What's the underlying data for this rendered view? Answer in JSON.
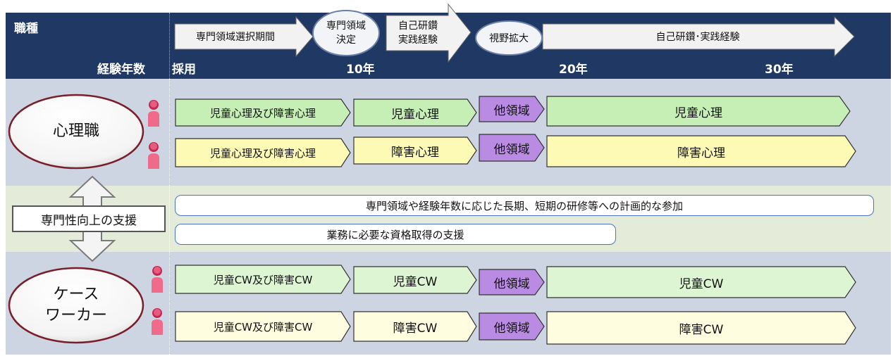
{
  "header": {
    "job_type_label": "職種",
    "experience_label": "経験年数",
    "stage1": "専門領域選択期間",
    "stage2": "専門領域\n決定",
    "stage3": "自己研鑽\n実践経験",
    "stage4": "視野拡大",
    "stage5": "自己研鑽･実践経験",
    "tick_hire": "採用",
    "tick_10": "10年",
    "tick_20": "20年",
    "tick_30": "30年"
  },
  "psychologist": {
    "title": "心理職",
    "row1": [
      "児童心理及び障害心理",
      "児童心理",
      "他領域",
      "児童心理"
    ],
    "row2": [
      "児童心理及び障害心理",
      "障害心理",
      "他領域",
      "障害心理"
    ]
  },
  "support": {
    "title": "専門性向上の支援",
    "item1": "専門領域や経験年数に応じた長期、短期の研修等への計画的な参加",
    "item2": "業務に必要な資格取得の支援"
  },
  "caseworker": {
    "title": "ケース\nワーカー",
    "row1": [
      "児童CW及び障害CW",
      "児童CW",
      "他領域",
      "児童CW"
    ],
    "row2": [
      "児童CW及び障害CW",
      "障害CW",
      "他領域",
      "障害CW"
    ]
  },
  "colors": {
    "header_bg": "#1f3864",
    "band_blue": "#cdd5e3",
    "band_green": "#e5ebd9",
    "green_fill": "#c6efb6",
    "yellow_fill": "#fdfab6",
    "purple_fill": "#b98be3",
    "light_green_fill": "#ddf5d2",
    "light_yellow_fill": "#fefde0"
  }
}
